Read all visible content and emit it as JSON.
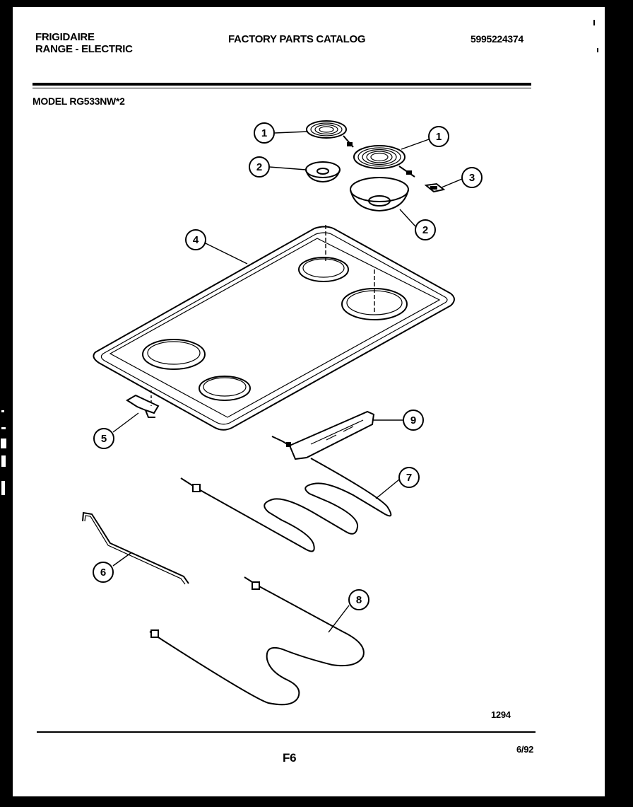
{
  "header": {
    "brand_line1": "FRIGIDAIRE",
    "brand_line2": "RANGE - ELECTRIC",
    "title": "FACTORY PARTS CATALOG",
    "catalog_number": "5995224374",
    "model": "MODEL RG533NW*2"
  },
  "callouts": [
    "1",
    "1",
    "2",
    "2",
    "3",
    "4",
    "5",
    "6",
    "7",
    "8",
    "9"
  ],
  "footer": {
    "drawing_code": "1294",
    "page": "F6",
    "date": "6/92"
  }
}
